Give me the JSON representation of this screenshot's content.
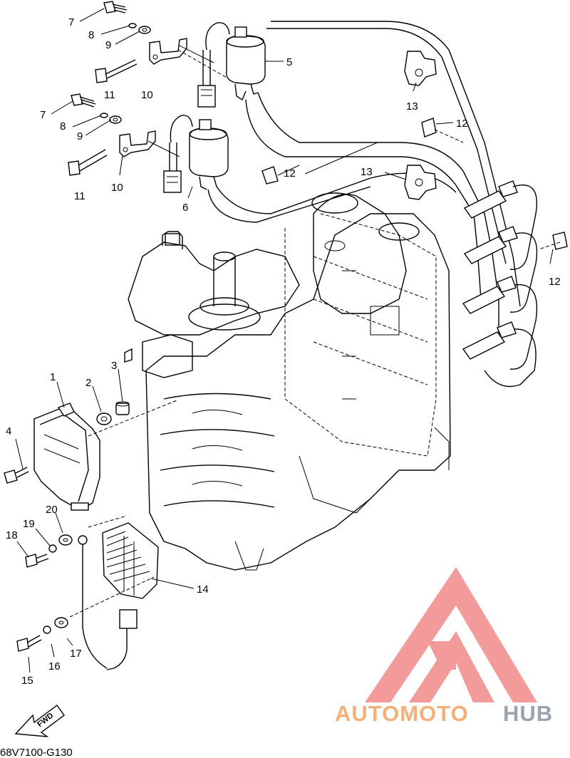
{
  "diagram": {
    "code": "68V7100-G130",
    "fwd_label": "FWD",
    "callouts": [
      "7",
      "8",
      "9",
      "11",
      "10",
      "5",
      "13",
      "12",
      "7",
      "8",
      "9",
      "11",
      "10",
      "6",
      "12",
      "13",
      "12",
      "1",
      "2",
      "3",
      "4",
      "20",
      "19",
      "18",
      "14",
      "17",
      "16",
      "15"
    ]
  },
  "watermark": {
    "part1": "AUTOMOTO",
    "part2": "HUB",
    "color_primary": "#f27f7f",
    "color_text": "#f4b07a",
    "color_text2": "#9aa4ad"
  }
}
